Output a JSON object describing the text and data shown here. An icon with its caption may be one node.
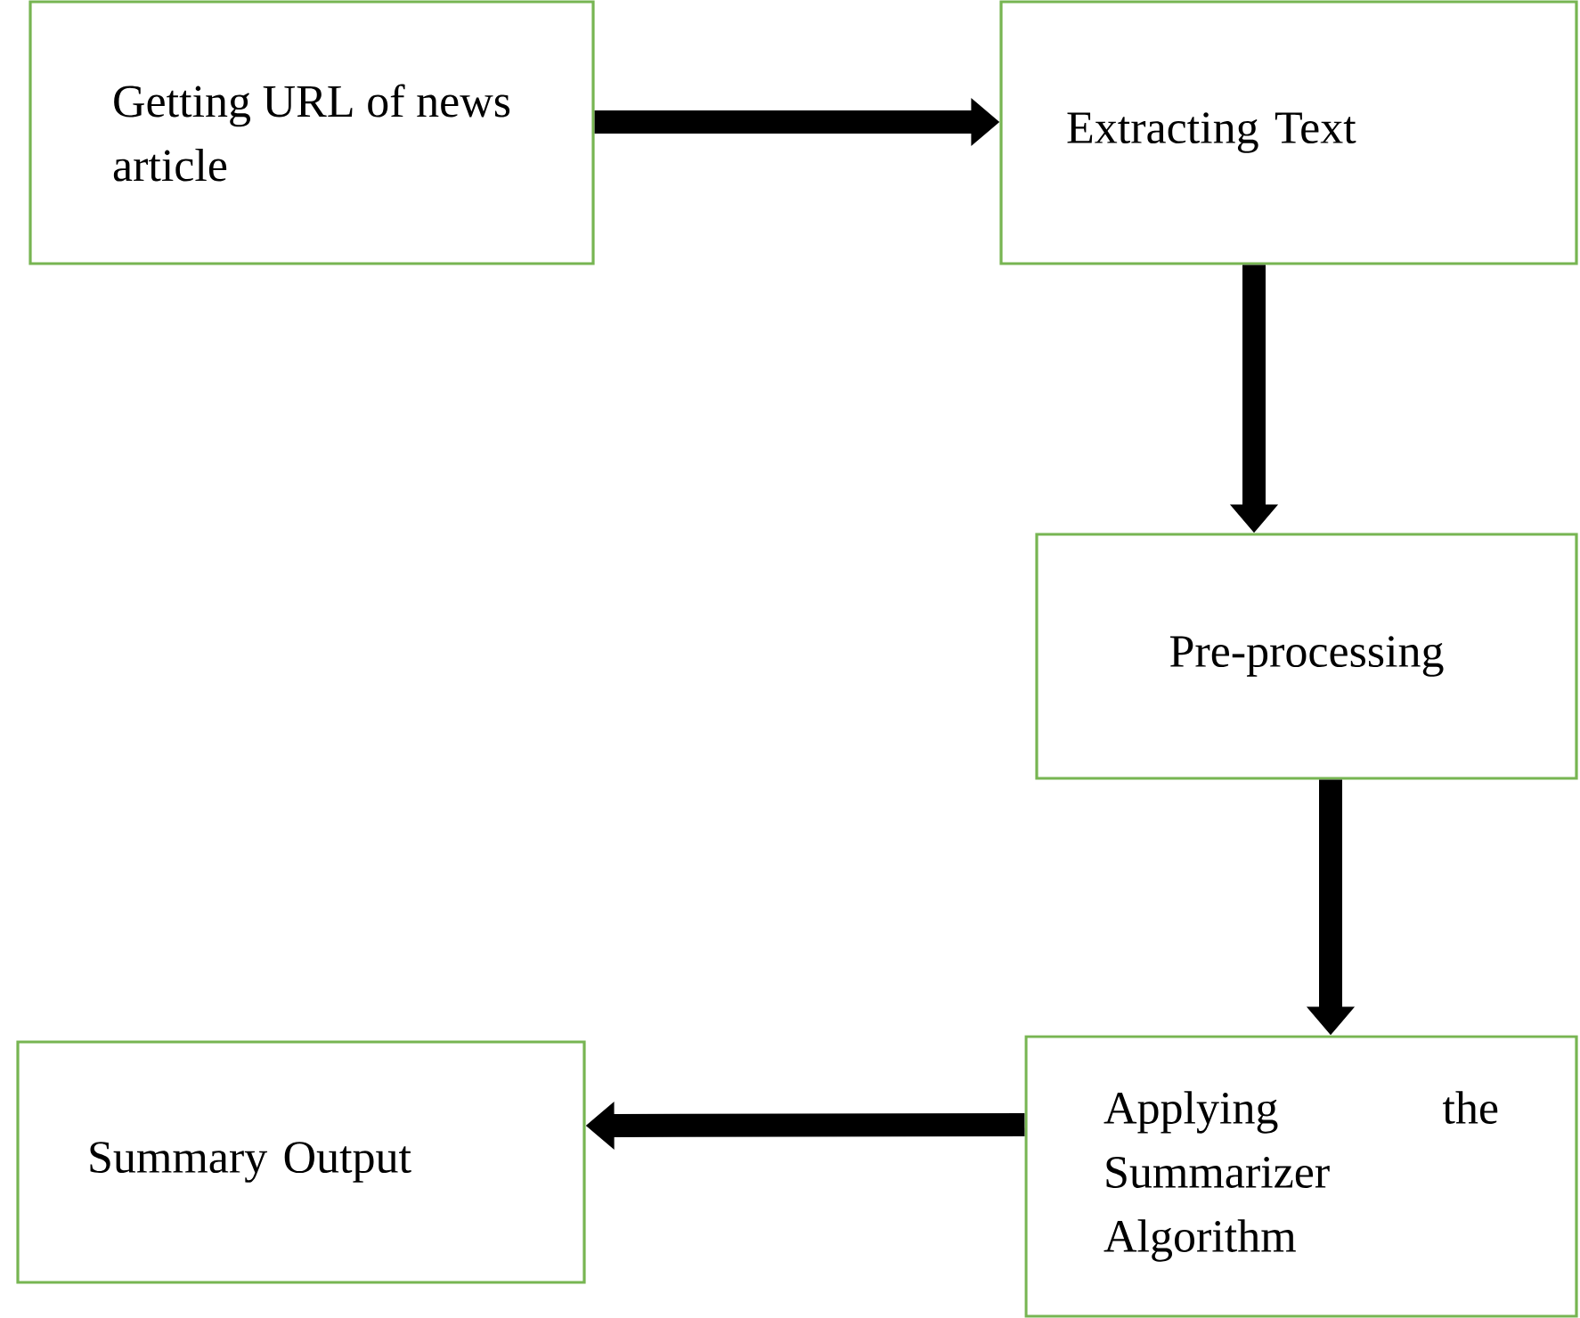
{
  "diagram": {
    "nodes": [
      {
        "text": [
          "Getting URL of news article"
        ]
      },
      {
        "text": [
          "Extracting Text"
        ]
      },
      {
        "text": [
          "Pre-processing"
        ]
      },
      {
        "text": [
          "Applying the Summarizer Algorithm"
        ]
      },
      {
        "text": [
          "Summary Output"
        ]
      }
    ],
    "edges": [
      {
        "from": 0,
        "to": 1,
        "arrow": "to"
      },
      {
        "from": 1,
        "to": 2,
        "arrow": "to"
      },
      {
        "from": 2,
        "to": 3,
        "arrow": "to"
      },
      {
        "from": 3,
        "to": 4,
        "arrow": "to"
      }
    ]
  }
}
